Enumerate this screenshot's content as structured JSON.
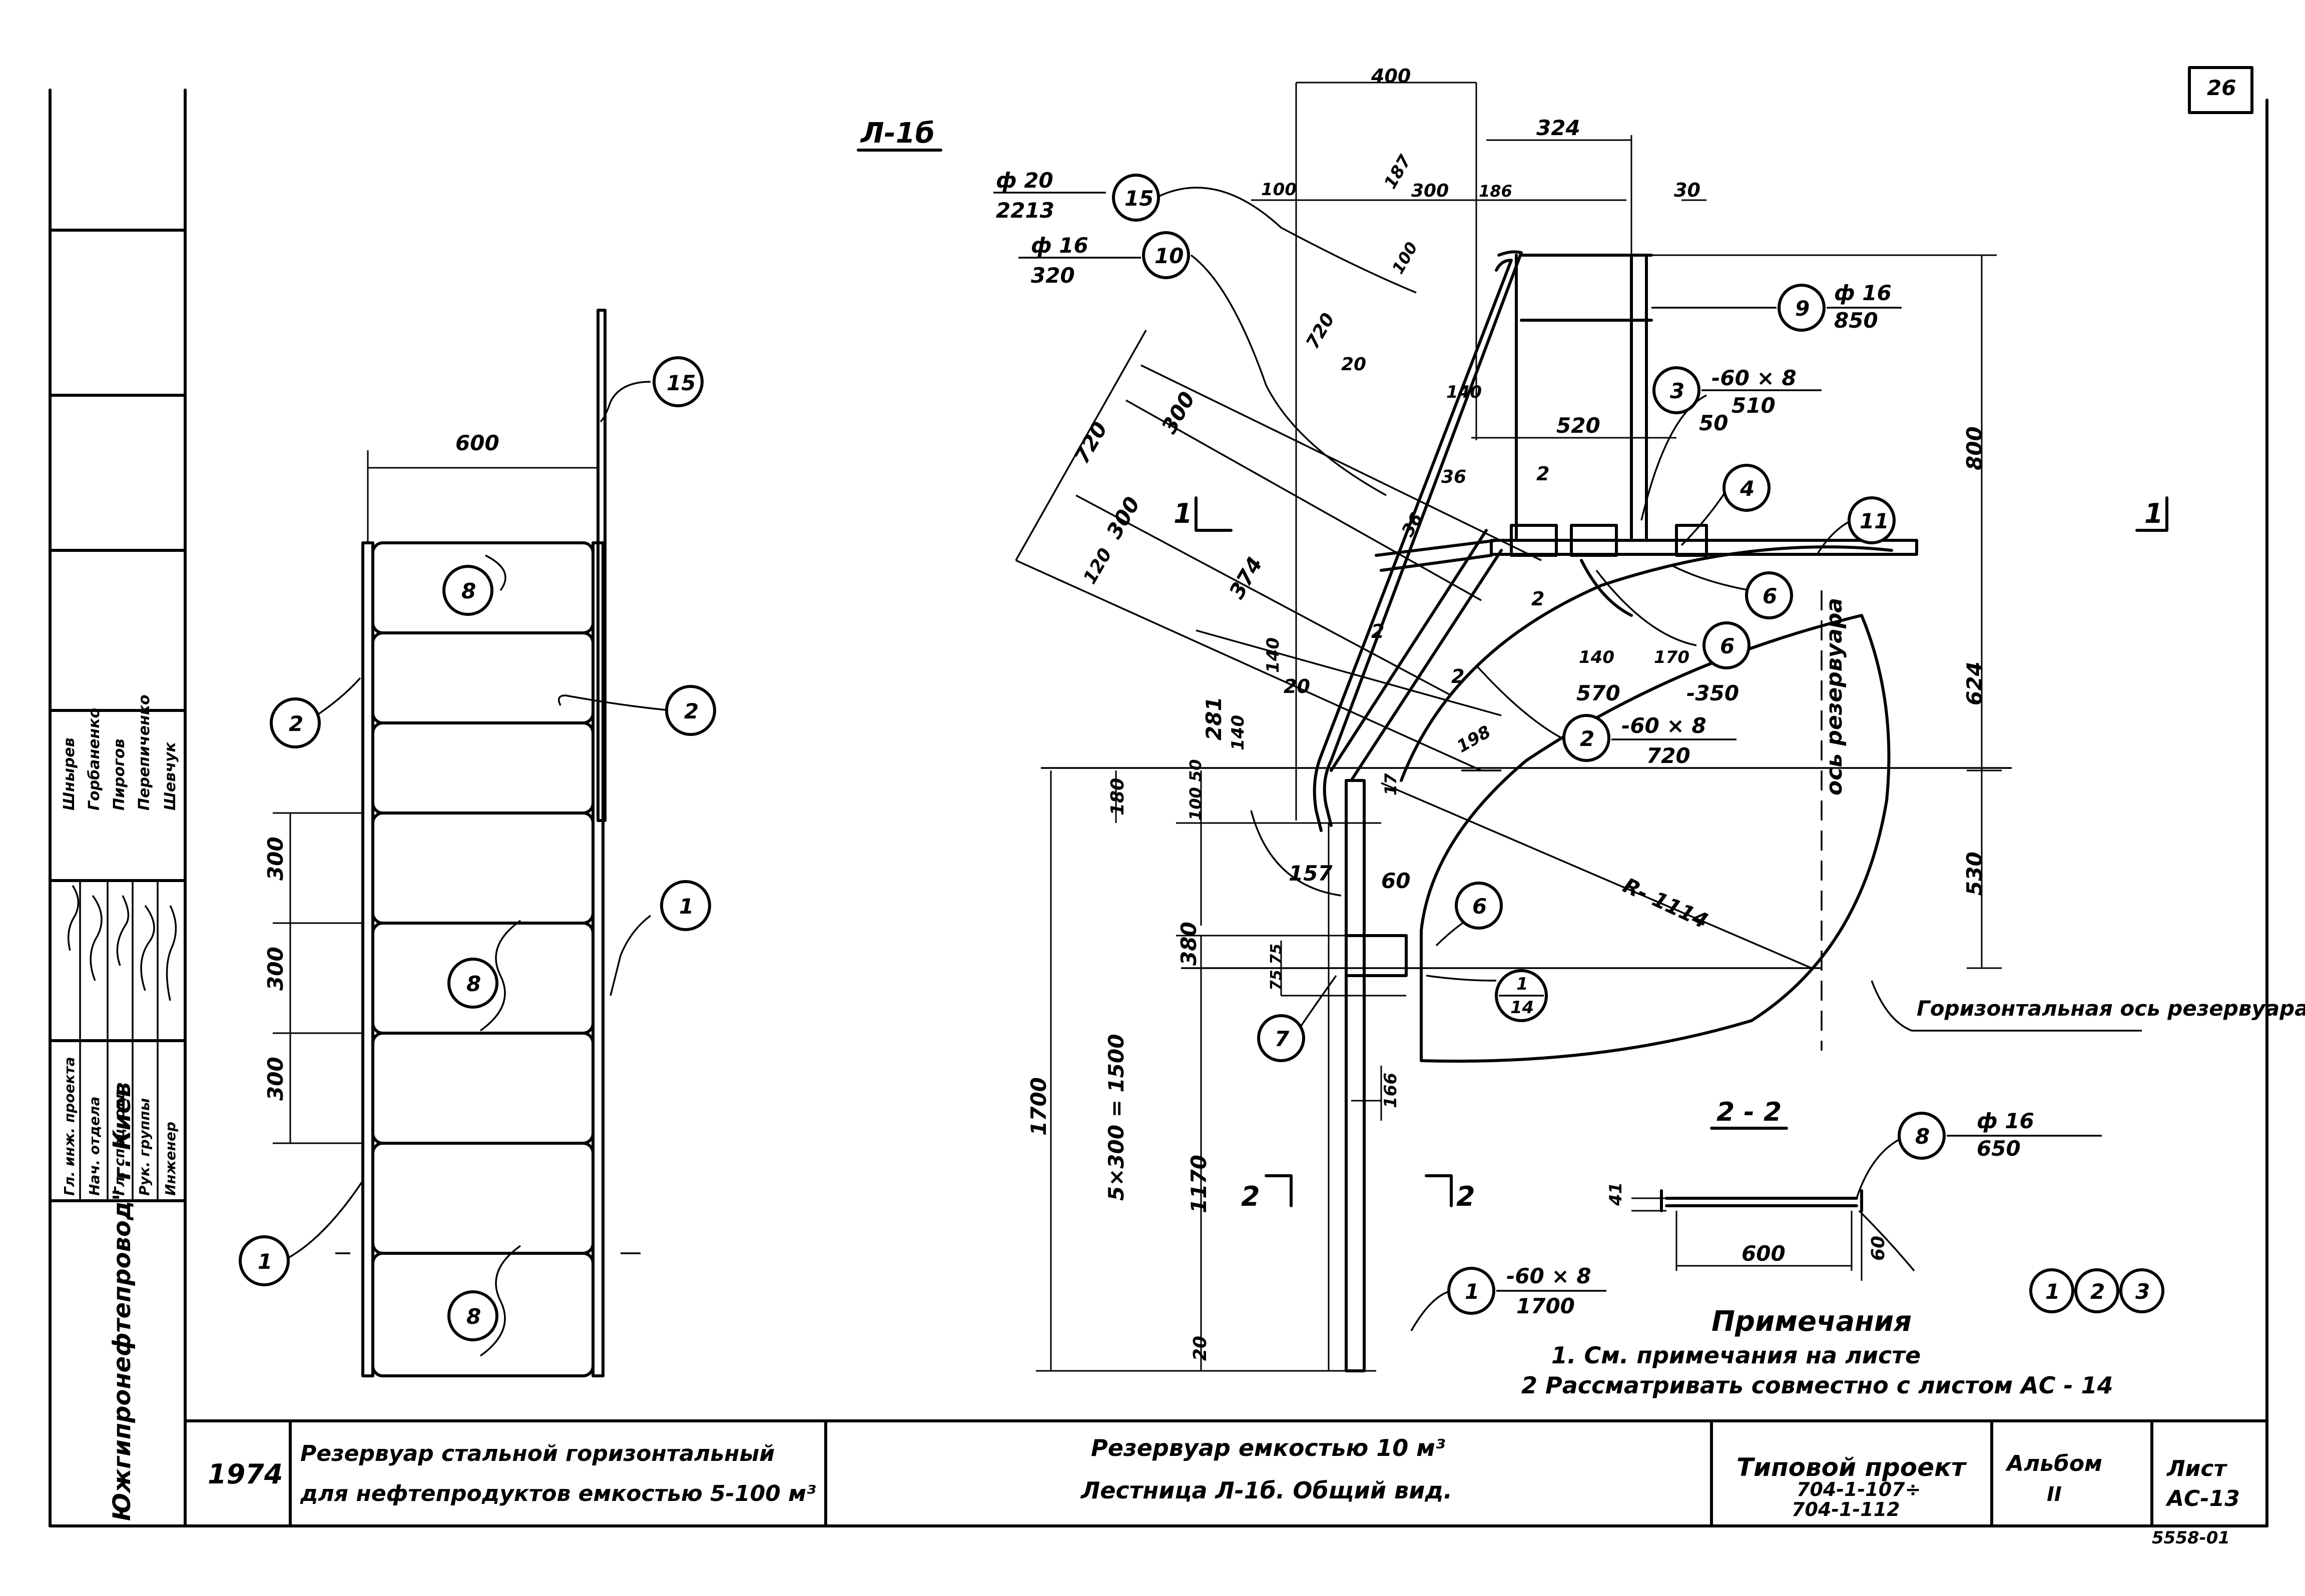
{
  "sheet_tag": "26",
  "view_title": "Л-1б",
  "ladder": {
    "width_dim": "600",
    "rung_pitch_a": "300",
    "rung_pitch_b": "300",
    "rung_pitch_c": "300"
  },
  "callouts": {
    "c1": "1",
    "c2": "2",
    "c3": "3",
    "c4": "4",
    "c6": "6",
    "c7": "7",
    "c8": "8",
    "c9": "9",
    "c10": "10",
    "c11": "11",
    "c15": "15",
    "c14_top": "1",
    "c14_bottom": "14"
  },
  "specs": {
    "s15_top": "ф 20",
    "s15_bottom": "2213",
    "s10_top": "ф 16",
    "s10_bottom": "320",
    "s9_top": "ф 16",
    "s9_bottom": "850",
    "s3_top": "-60 × 8",
    "s3_bottom": "510",
    "s2_top": "-60 × 8",
    "s2_bottom": "720",
    "s1_top": "-60 × 8",
    "s1_bottom": "1700",
    "s8_top": "ф 16",
    "s8_bottom": "650"
  },
  "dims": {
    "d400": "400",
    "d324": "324",
    "d100": "100",
    "d187": "187",
    "d300": "300",
    "d186": "186",
    "d30": "30",
    "d720": "720",
    "d300a": "300",
    "d300b": "300",
    "d120": "120",
    "d374": "374",
    "d20a": "20",
    "d140a": "140",
    "d36a": "36",
    "d36b": "36",
    "d2a": "2",
    "d520": "520",
    "d50": "50",
    "d800": "800",
    "d624": "624",
    "d530": "530",
    "d140b": "140",
    "d170a": "170",
    "d570": "570",
    "d350": "-350",
    "d281": "281",
    "d140c": "140",
    "d140d": "140",
    "d20b": "20",
    "d180": "180",
    "d10050": "100 50",
    "d157": "157",
    "d60": "60",
    "d17": "17",
    "d198": "198",
    "d380": "380",
    "d7575": "75 75",
    "d1700": "1700",
    "d5x300": "5×300 = 1500",
    "d166": "166",
    "d1170": "1170",
    "d20c": "20",
    "r1114": "R- 1114",
    "d600b": "600",
    "d41": "41",
    "d60b": "60"
  },
  "labels": {
    "axis_tank": "ось резервуара",
    "horizontal_axis": "Горизонтальная ось резервуара",
    "sec11_a": "1",
    "sec11_b": "1",
    "sec22_a": "2",
    "sec22_b": "2",
    "sect22_title": "2 - 2",
    "item2_mark": "2",
    "item2_mark_b": "2",
    "item2_mark_c": "2"
  },
  "notes": {
    "title": "Примечания",
    "n1": "1. См. примечания   на листе",
    "n2": "2 Рассматривать     совместно     с листом  АС - 14"
  },
  "stamp": {
    "col_labels": [
      "Гл. инж. проекта",
      "Нач. отдела",
      "Гл. спец. отд.",
      "Рук. группы",
      "Инженер"
    ],
    "names": [
      "Шнырев",
      "Горбаненко",
      "Пирогов",
      "Перепиченко",
      "Шевчук"
    ],
    "org": "Южгипронефтепровод\" г. Киев",
    "year": "1974",
    "desc_line1": "Резервуар стальной горизонтальный",
    "desc_line2": "для нефтепродуктов емкостью 5-100 м³",
    "title_line1": "Резервуар емкостью 10 м³",
    "title_line2": "Лестница Л-1б. Общий вид.",
    "project_line1": "Типовой проект",
    "project_line2": "704-1-107÷",
    "project_line3": "704-1-112",
    "album_label": "Альбом",
    "album_value": "II",
    "sheet_label": "Лист",
    "sheet_value": "АС-13",
    "bottom_code": "5558-01"
  }
}
